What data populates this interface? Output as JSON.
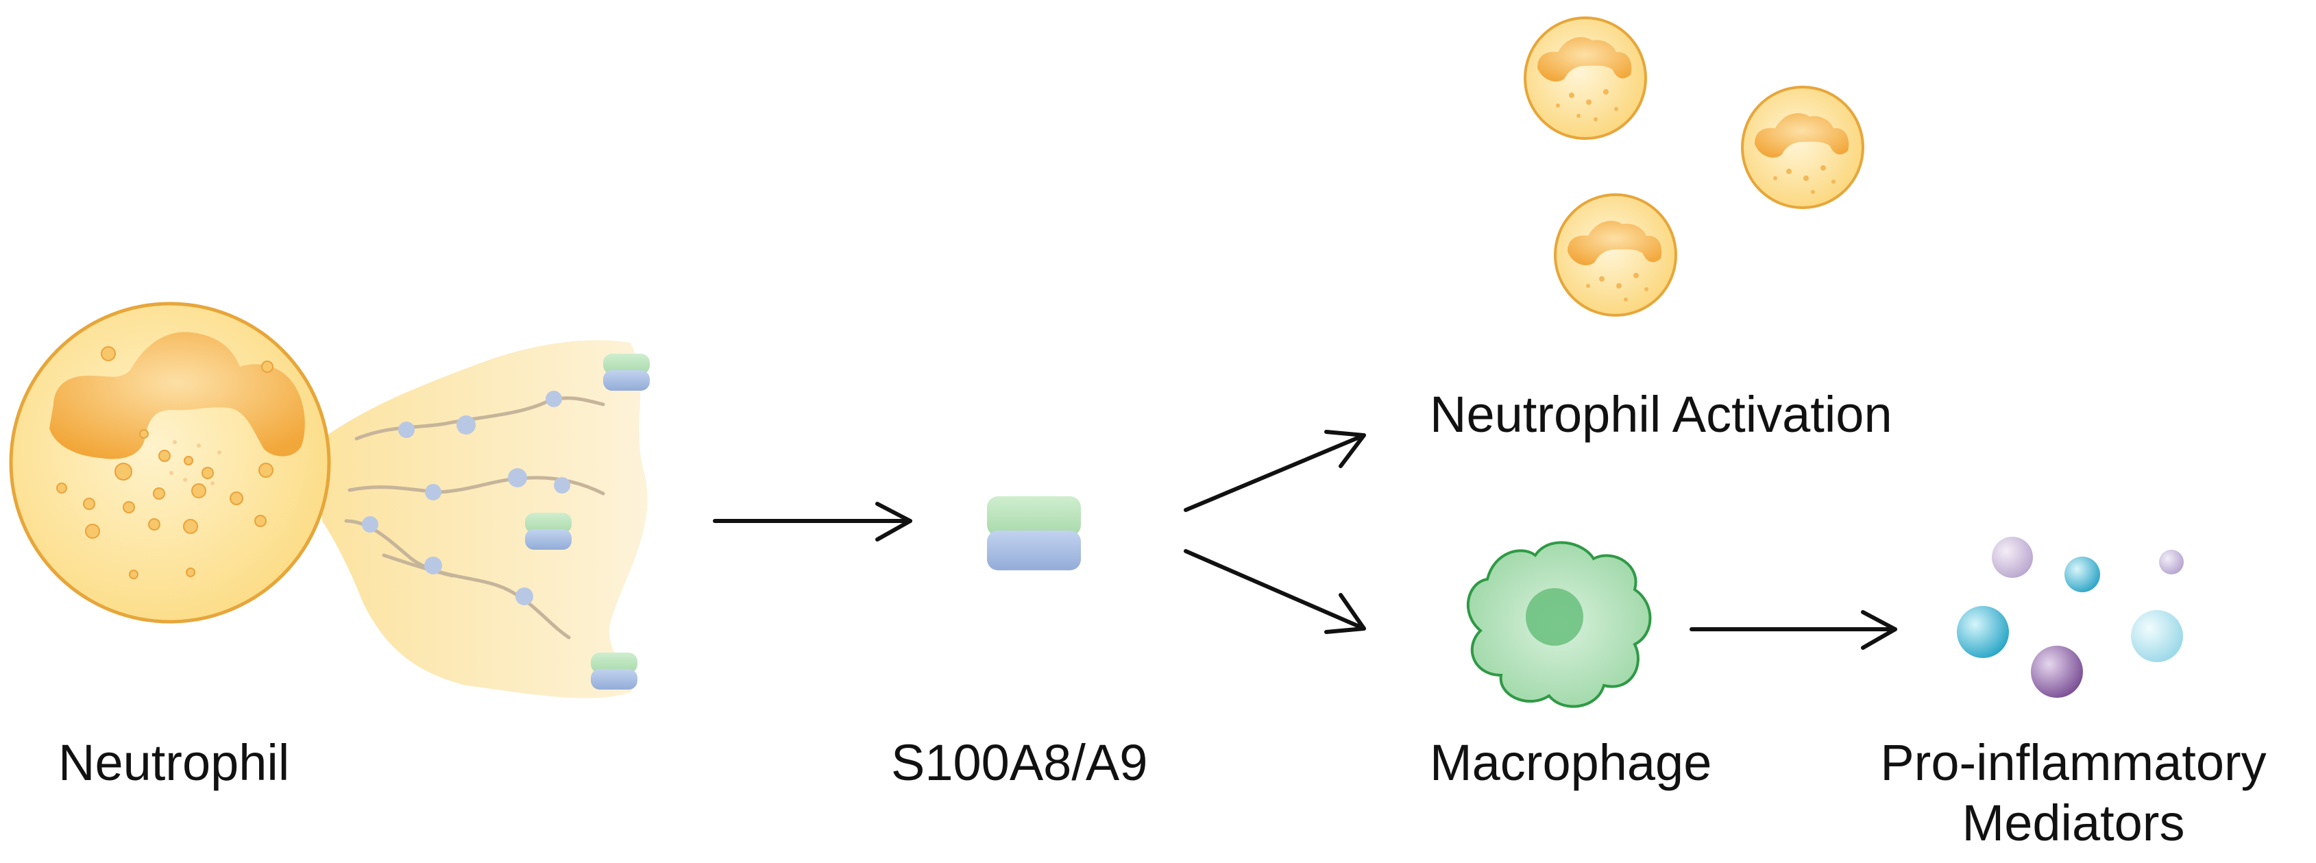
{
  "labels": {
    "neutrophil": "Neutrophil",
    "s100": "S100A8/A9",
    "activation": "Neutrophil Activation",
    "macrophage": "Macrophage",
    "mediators_line1": "Pro-inflammatory",
    "mediators_line2": "Mediators"
  },
  "colors": {
    "cell_fill": "#fde9a8",
    "cell_stroke": "#e9a73a",
    "nucleus": "#f5b24a",
    "net_fill": "#fdf0c8",
    "fiber": "#c9b79a",
    "node": "#b9c9e6",
    "s100_green": "#b9e2b8",
    "s100_blue": "#a9bfe3",
    "macrophage_fill": "#a8ddb0",
    "macrophage_stroke": "#2f9a45",
    "arrow": "#111111"
  }
}
